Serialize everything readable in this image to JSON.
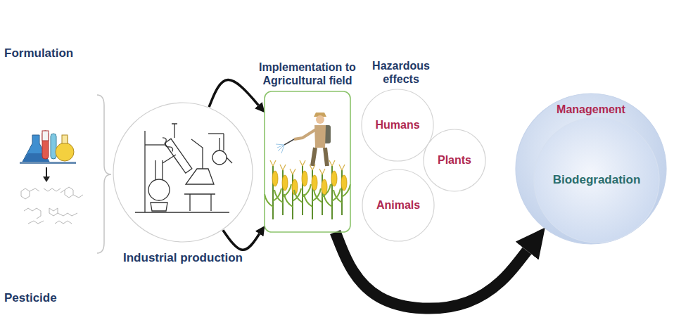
{
  "diagram": {
    "nodes": [
      {
        "text": [
          "Industrial production"
        ]
      },
      {
        "text": [
          "Implementation to Agricultural field"
        ]
      },
      {
        "text": [
          "Humans"
        ]
      },
      {
        "text": [
          "Plants"
        ]
      },
      {
        "text": [
          "Animals"
        ]
      },
      {
        "text": [
          "Management"
        ]
      },
      {
        "text": [
          "Biodegradation"
        ],
        "in": 5
      }
    ],
    "edges": [
      {
        "from": 0,
        "to": 1,
        "arrow": "to"
      },
      {
        "from": 0,
        "to": 1,
        "arrow": "to"
      },
      {
        "from": 1,
        "to": 5,
        "arrow": "to"
      }
    ],
    "labels": [
      "Formulation",
      "Pesticide",
      "Hazardous effects"
    ]
  }
}
